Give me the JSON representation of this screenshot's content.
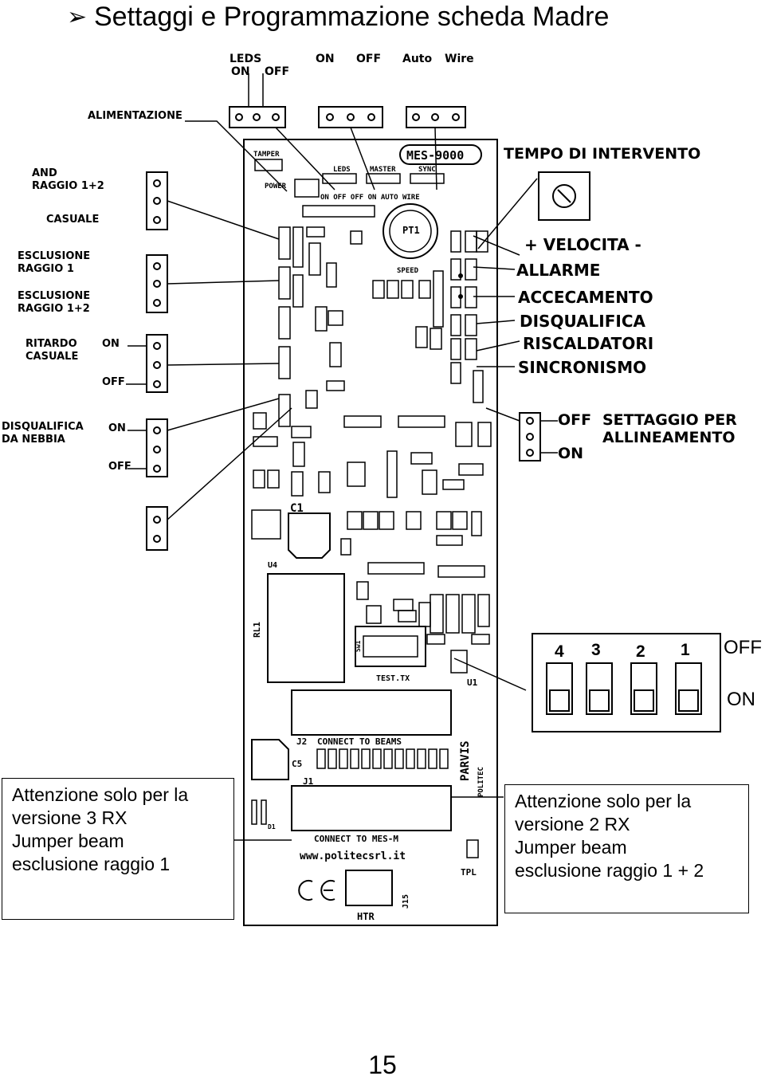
{
  "page": {
    "title": "Settaggi e Programmazione scheda Madre",
    "page_number": "15"
  },
  "top_labels": {
    "leds": "LEDS",
    "leds_on": "ON",
    "leds_off": "OFF",
    "master_on": "ON",
    "master_off": "OFF",
    "sync_auto": "Auto",
    "sync_wire": "Wire",
    "alimentazione": "ALIMENTAZIONE",
    "tempo": "TEMPO DI INTERVENTO"
  },
  "left_labels": {
    "and_raggio": "AND\nRAGGIO 1+2",
    "casuale": "CASUALE",
    "escl_raggio1": "ESCLUSIONE\nRAGGIO 1",
    "escl_raggio12": "ESCLUSIONE\nRAGGIO 1+2",
    "ritardo": "RITARDO\nCASUALE",
    "rit_on": "ON",
    "rit_off": "OFF",
    "disq_nebbia": "DISQUALIFICA\nDA NEBBIA",
    "neb_on": "ON",
    "neb_off": "OFF"
  },
  "right_labels": {
    "velocita": "+ VELOCITA -",
    "allarme": "ALLARME",
    "accecamento": "ACCECAMENTO",
    "disqualifica": "DISQUALIFICA",
    "riscaldatori": "RISCALDATORI",
    "sincronismo": "SINCRONISMO",
    "all_off": "OFF",
    "all_on": "ON",
    "settaggio": "SETTAGGIO PER\nALLINEAMENTO"
  },
  "dip_switch": {
    "numbers": [
      "4",
      "3",
      "2",
      "1"
    ],
    "off": "OFF",
    "on": "ON"
  },
  "notes": {
    "left": [
      "Attenzione solo per la",
      "versione 3 RX",
      "Jumper beam",
      "esclusione raggio 1"
    ],
    "right": [
      "Attenzione solo per la",
      "versione 2 RX",
      "Jumper beam",
      "esclusione raggio 1 + 2"
    ]
  },
  "board": {
    "model": "MES-9000",
    "tamper": "TAMPER",
    "power": "POWER",
    "leds": "LEDS",
    "master": "MASTER",
    "sync": "SYNC",
    "sub_labels": "ON  OFF  OFF  ON  AUTO  WIRE",
    "speed": "SPEED",
    "pt1": "PT1",
    "connect_beams": "CONNECT TO BEAMS",
    "connect_mes": "CONNECT TO MES-M",
    "website": "www.politecsrl.it",
    "test_tx": "TEST.TX",
    "htr": "HTR",
    "tpl": "TPL",
    "parvis": "PARVIS",
    "politec": "POLITEC",
    "ce": "CE",
    "u1": "U1",
    "u4": "U4",
    "rl1": "RL1",
    "c1": "C1",
    "c5": "C5",
    "j1": "J1",
    "j2": "J2",
    "j15": "J15",
    "d1": "D1",
    "sw1": "Sw1"
  }
}
